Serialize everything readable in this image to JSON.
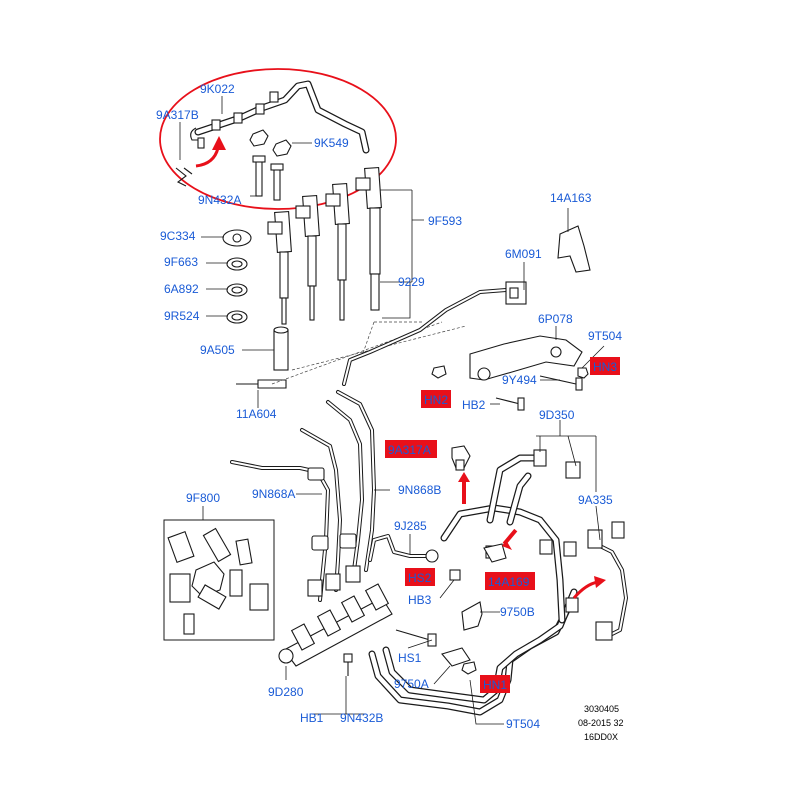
{
  "labels": {
    "l_9K022": "9K022",
    "l_9A317B": "9A317B",
    "l_9K549": "9K549",
    "l_9N432A": "9N432A",
    "l_9F593": "9F593",
    "l_14A163": "14A163",
    "l_9C334": "9C334",
    "l_9F663": "9F663",
    "l_6A892": "6A892",
    "l_9R524": "9R524",
    "l_6M091": "6M091",
    "l_9229": "9229",
    "l_6P078": "6P078",
    "l_9T504a": "9T504",
    "l_9A505": "9A505",
    "l_9Y494": "9Y494",
    "l_HB2": "HB2",
    "l_11A604": "11A604",
    "l_9D350": "9D350",
    "l_9F800": "9F800",
    "l_9N868A": "9N868A",
    "l_9N868B": "9N868B",
    "l_9A335": "9A335",
    "l_9J285": "9J285",
    "l_HB3": "HB3",
    "l_9750B": "9750B",
    "l_HS1": "HS1",
    "l_9750A": "9750A",
    "l_9D280": "9D280",
    "l_HB1": "HB1",
    "l_9N432B": "9N432B",
    "l_9T504b": "9T504"
  },
  "red_labels": {
    "r_HN3": "HN3",
    "r_HN2": "HN2",
    "r_9A317A": "9A317A",
    "r_HS2": "HS2",
    "r_14A169": "14A169",
    "r_HN1": "HN1"
  },
  "footer": {
    "line1": "3030405",
    "line2": "08-2015 32",
    "line3": "16DD0X"
  },
  "colors": {
    "label": "#1a5bd6",
    "highlight": "#e8101a",
    "line": "#1a1a1a"
  }
}
